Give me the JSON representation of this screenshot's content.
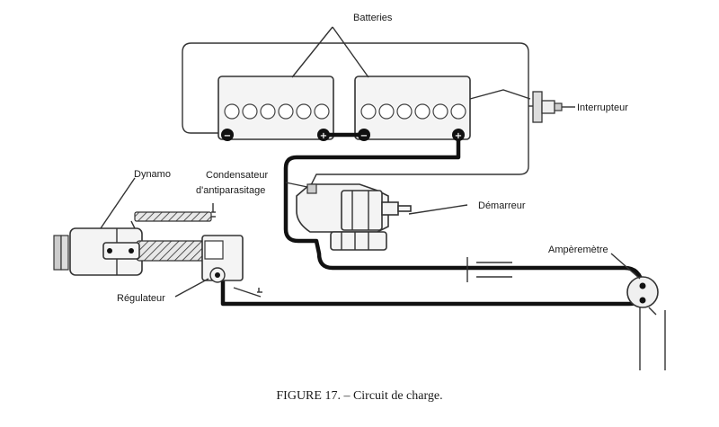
{
  "labels": {
    "batteries": "Batteries",
    "interrupteur": "Interrupteur",
    "condensateur_line1": "Condensateur",
    "condensateur_line2": "d'antiparasitage",
    "dynamo": "Dynamo",
    "demarreur": "Démarreur",
    "amperemetre": "Ampèremètre",
    "regulateur": "Régulateur"
  },
  "terminals": {
    "minus": "−",
    "plus": "+"
  },
  "caption": "FIGURE 17. – Circuit de charge."
}
